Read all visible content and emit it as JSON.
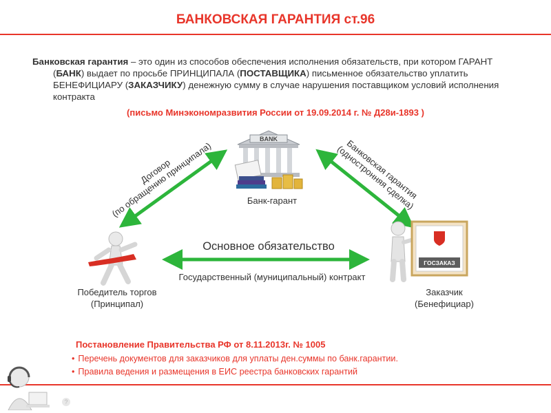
{
  "title": "БАНКОВСКАЯ ГАРАНТИЯ ст.96",
  "definition": {
    "term": "Банковская гарантия",
    "parts": [
      {
        "text": " – это один из способов обеспечения исполнения обязательств, при котором ГАРАНТ (",
        "bold": false
      },
      {
        "text": "БАНК",
        "bold": true
      },
      {
        "text": ") выдает по просьбе ПРИНЦИПАЛА (",
        "bold": false
      },
      {
        "text": "ПОСТАВЩИКА",
        "bold": true
      },
      {
        "text": ") письменное обязательство уплатить БЕНЕФИЦИАРУ (",
        "bold": false
      },
      {
        "text": "ЗАКАЗЧИКУ",
        "bold": true
      },
      {
        "text": ") денежную сумму в случае нарушения поставщиком условий исполнения контракта",
        "bold": false
      }
    ]
  },
  "source_letter": "(письмо Минэкономразвития России от 19.09.2014 г. № Д28и-1893 )",
  "diagram": {
    "bank_sign": "BANK",
    "bank_label": "Банк-гарант",
    "left_arrow": {
      "line1": "Договор",
      "line2": "(по обращению принципала)"
    },
    "right_arrow": {
      "line1": "Банковская гарантия",
      "line2": "(одностронняя сделка)"
    },
    "center_title": "Основное обязательство",
    "center_caption": "Государственный (муниципальный) контракт",
    "principal": {
      "line1": "Победитель торгов",
      "line2": "(Принципал)"
    },
    "beneficiary": {
      "line1": "Заказчик",
      "line2": "(Бенефициар)"
    },
    "board_label": "ГОСЗАКАЗ"
  },
  "decree": {
    "title": "Постановление Правительства РФ от 8.11.2013г. № 1005",
    "items": [
      "Перечень документов для заказчиков для уплаты ден.суммы по банк.гарантии.",
      "Правила ведения и размещения в ЕИС реестра банковских гарантий"
    ]
  },
  "colors": {
    "accent_red": "#e8352a",
    "arrow_green": "#2db53b",
    "text": "#333333"
  }
}
